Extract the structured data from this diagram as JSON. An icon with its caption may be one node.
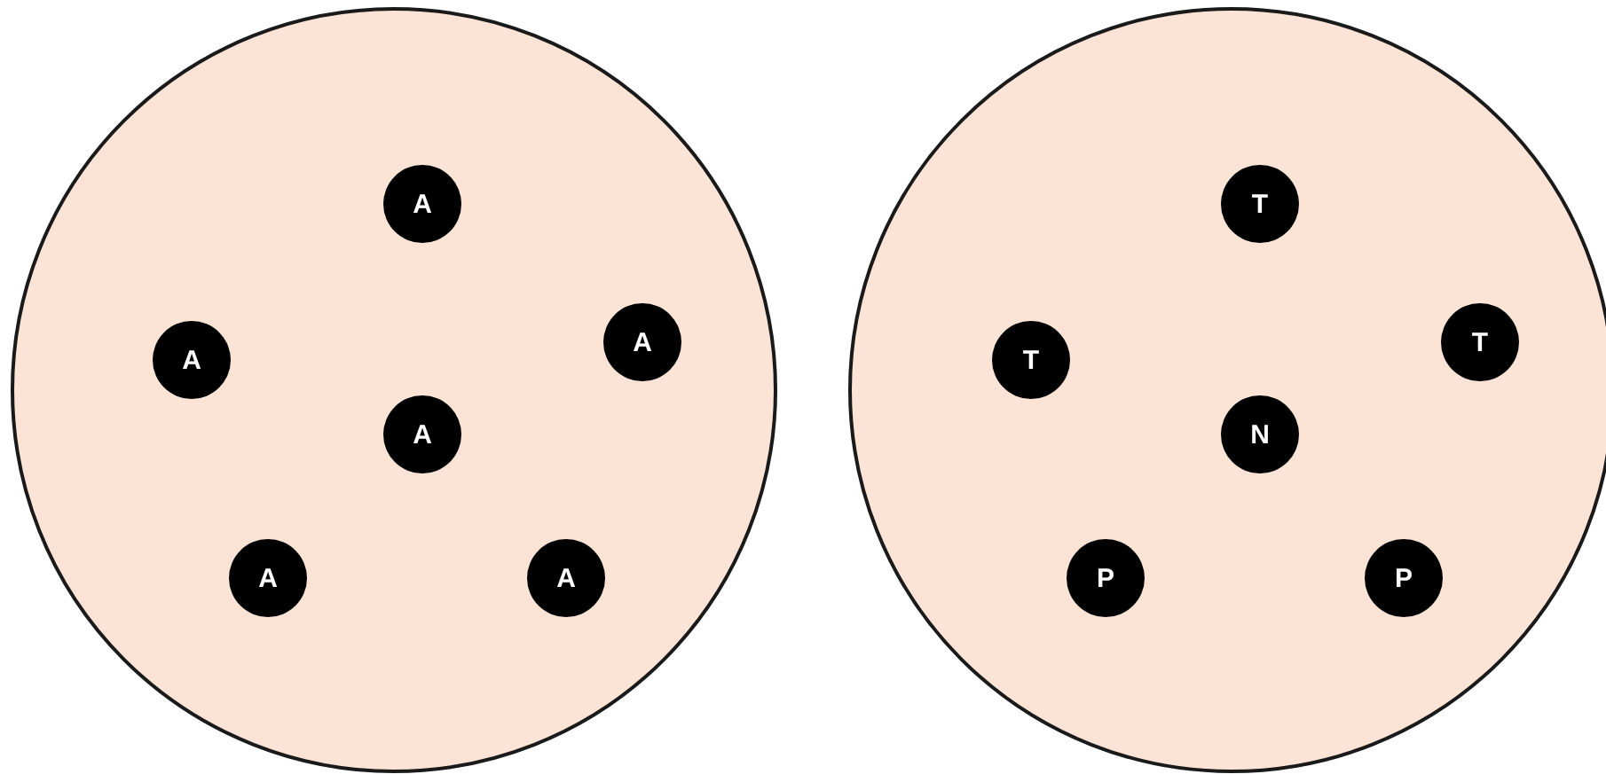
{
  "diagram": {
    "nodes": [
      {
        "text": [],
        "shape": "circle"
      },
      {
        "text": [
          "A"
        ],
        "in": 0
      },
      {
        "text": [
          "A"
        ],
        "in": 0
      },
      {
        "text": [
          "A"
        ],
        "in": 0
      },
      {
        "text": [
          "A"
        ],
        "in": 0
      },
      {
        "text": [
          "A"
        ],
        "in": 0
      },
      {
        "text": [
          "A"
        ],
        "in": 0
      },
      {
        "text": [],
        "shape": "circle"
      },
      {
        "text": [
          "T"
        ],
        "in": 7
      },
      {
        "text": [
          "T"
        ],
        "in": 7
      },
      {
        "text": [
          "T"
        ],
        "in": 7
      },
      {
        "text": [
          "N"
        ],
        "in": 7
      },
      {
        "text": [
          "P"
        ],
        "in": 7
      },
      {
        "text": [
          "P"
        ],
        "in": 7
      }
    ]
  }
}
